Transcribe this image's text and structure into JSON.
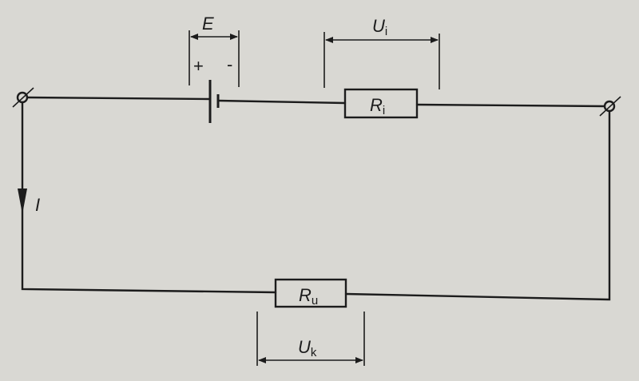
{
  "diagram": {
    "battery": {
      "label": "E",
      "plus": "+",
      "minus": "-"
    },
    "internal_resistor": {
      "label": "R",
      "subscript": "i"
    },
    "internal_voltage": {
      "label": "U",
      "subscript": "i"
    },
    "load_resistor": {
      "label": "R",
      "subscript": "u"
    },
    "terminal_voltage": {
      "label": "U",
      "subscript": "k"
    },
    "current": {
      "label": "I"
    }
  }
}
